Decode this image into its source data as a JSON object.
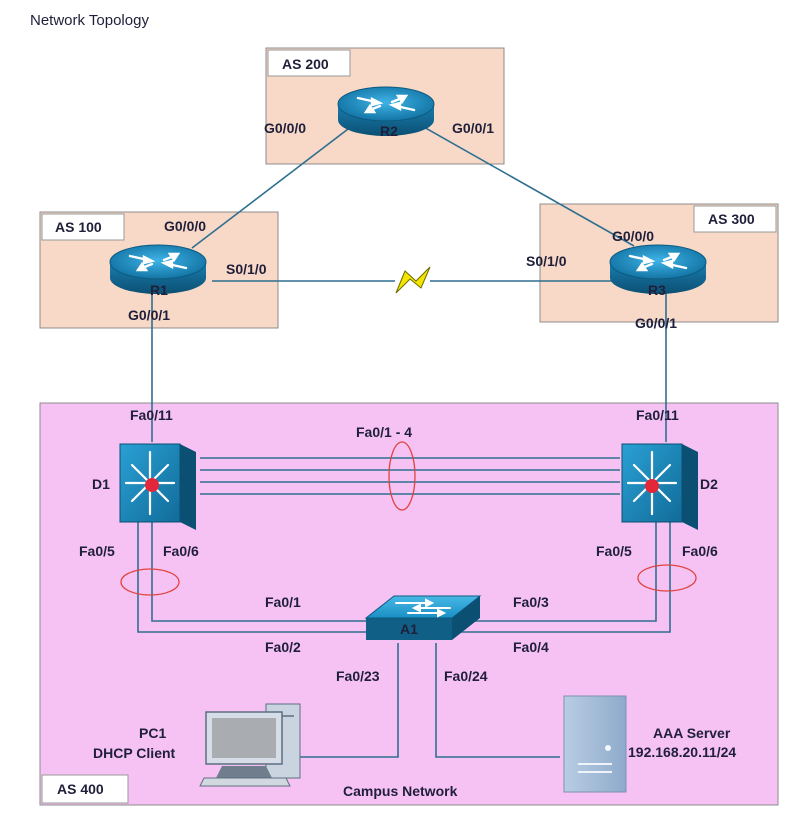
{
  "title": "Network Topology",
  "colors": {
    "as_small_fill": "#f8d9c8",
    "as_campus_fill": "#f6c2f4",
    "link": "#2f6f8f",
    "device_blue": "#1a8fc4",
    "device_dark": "#0f5f86",
    "serial_fill": "#f2e600",
    "etherchannel_ring": "#e0443f"
  },
  "icons": {
    "router": "router-icon",
    "multilayer_switch": "multilayer-switch-icon",
    "switch": "switch-icon",
    "pc": "pc-icon",
    "server": "server-icon"
  },
  "areas": {
    "as100": "AS 100",
    "as200": "AS 200",
    "as300": "AS 300",
    "as400": "AS 400",
    "campus": "Campus Network"
  },
  "devices": {
    "r1": "R1",
    "r2": "R2",
    "r3": "R3",
    "d1": "D1",
    "d2": "D2",
    "a1": "A1",
    "pc1_name": "PC1",
    "pc1_role": "DHCP Client",
    "server_name": "AAA Server",
    "server_ip": "192.168.20.11/24"
  },
  "interfaces": {
    "r2_left": "G0/0/0",
    "r2_right": "G0/0/1",
    "r1_top": "G0/0/0",
    "r1_serial": "S0/1/0",
    "r1_bottom": "G0/0/1",
    "r3_top": "G0/0/0",
    "r3_serial": "S0/1/0",
    "r3_bottom": "G0/0/1",
    "d1_up": "Fa0/11",
    "d2_up": "Fa0/11",
    "d1_d2_bundle": "Fa0/1 - 4",
    "d1_fa5": "Fa0/5",
    "d1_fa6": "Fa0/6",
    "d2_fa5": "Fa0/5",
    "d2_fa6": "Fa0/6",
    "a1_fa1": "Fa0/1",
    "a1_fa2": "Fa0/2",
    "a1_fa3": "Fa0/3",
    "a1_fa4": "Fa0/4",
    "a1_fa23": "Fa0/23",
    "a1_fa24": "Fa0/24"
  }
}
